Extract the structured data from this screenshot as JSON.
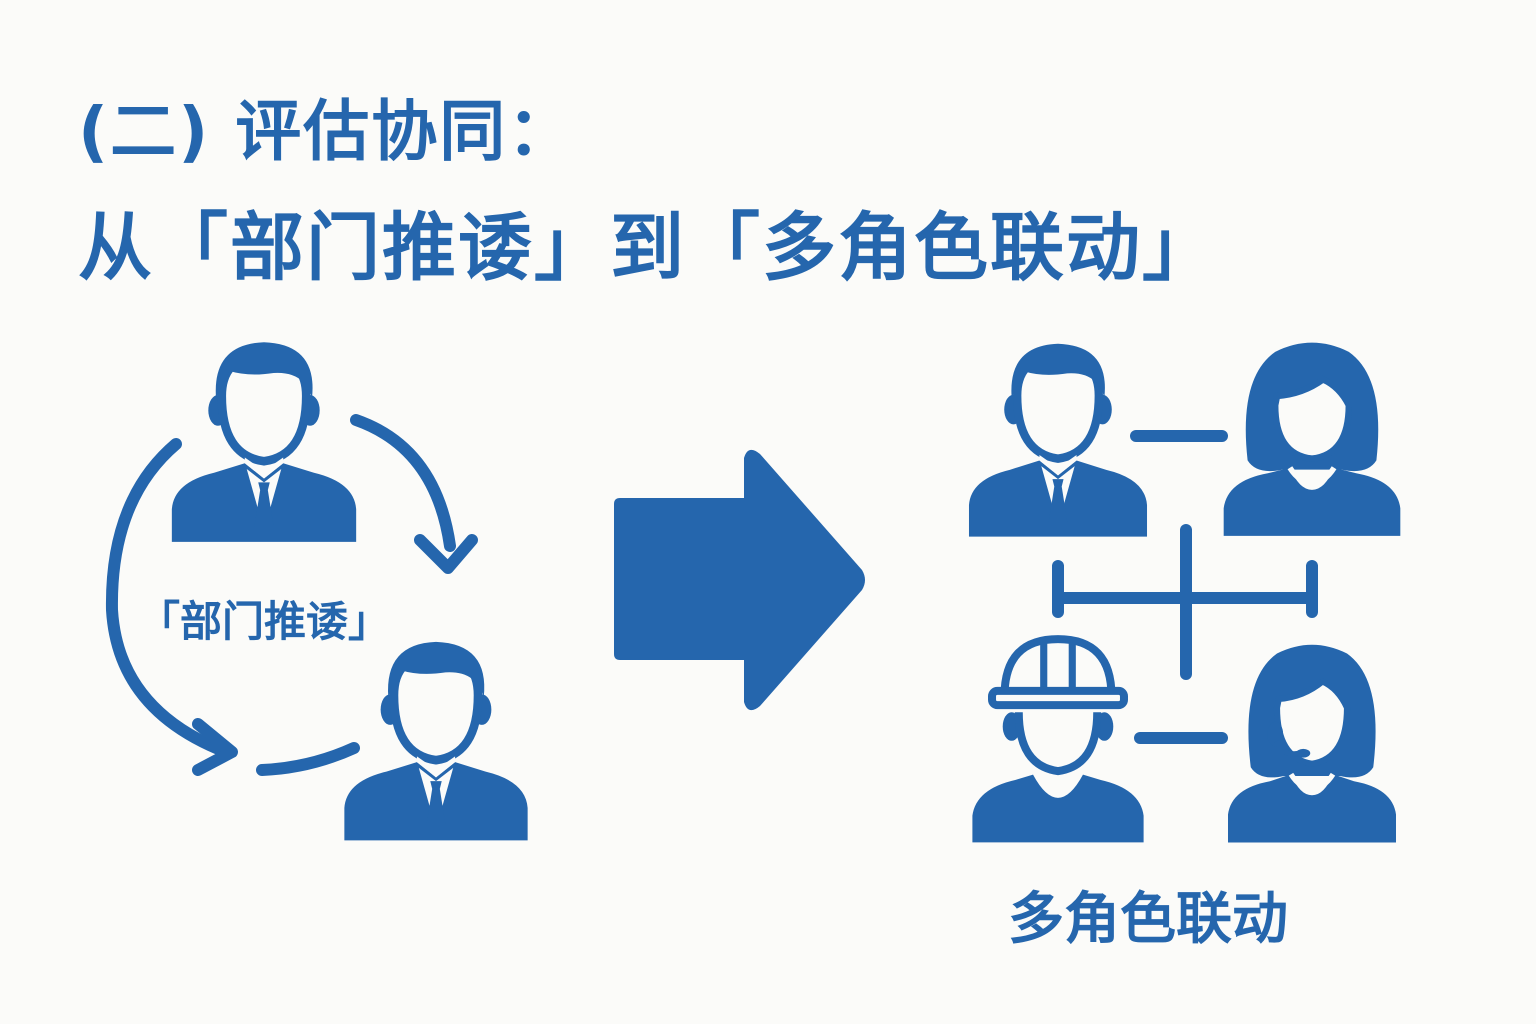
{
  "title": {
    "line1": "(二) 评估协同：",
    "line2": "从「部门推诿」到「多角色联动」"
  },
  "left_panel": {
    "caption": "「部门推诿」"
  },
  "right_panel": {
    "caption": "多角色联动"
  },
  "colors": {
    "primary": "#2566ad",
    "background": "#fbfbf9"
  },
  "icons": [
    "businessman-icon",
    "businessman-icon",
    "circular-arrow-icon",
    "right-arrow-icon",
    "businessman-icon",
    "woman-icon",
    "worker-hardhat-icon",
    "woman-headset-icon"
  ]
}
